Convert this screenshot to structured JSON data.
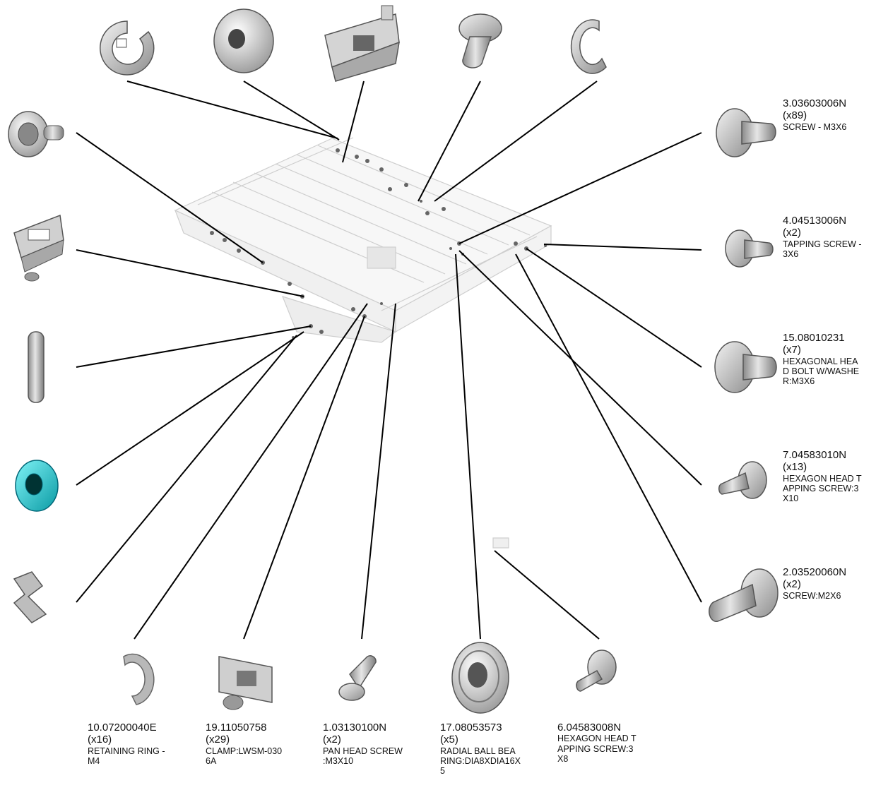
{
  "colors": {
    "line": "#000000",
    "part_gray": "#bcbcbc",
    "bearing_cyan": "#14c9d1",
    "assembly": "#d8d8d8"
  },
  "parts": [
    {
      "id": "c3",
      "icon": "screw-icon",
      "number": "3.03603006N",
      "qty": "(x89)",
      "desc": "SCREW - M3X6"
    },
    {
      "id": "c4",
      "icon": "tapping-screw-icon",
      "number": "4.04513006N",
      "qty": "(x2)",
      "desc": "TAPPING SCREW -\n 3X6"
    },
    {
      "id": "c15",
      "icon": "hex-bolt-icon",
      "number": "15.08010231",
      "qty": "(x7)",
      "desc": "HEXAGONAL HEA\nD BOLT W/WASHE\nR:M3X6"
    },
    {
      "id": "c7",
      "icon": "hex-tapping-screw-icon",
      "number": "7.04583010N",
      "qty": "(x13)",
      "desc": "HEXAGON HEAD T\nAPPING SCREW:3\nX10"
    },
    {
      "id": "c2",
      "icon": "long-screw-icon",
      "number": "2.03520060N",
      "qty": "(x2)",
      "desc": "SCREW:M2X6"
    },
    {
      "id": "c10",
      "icon": "retaining-ring-icon",
      "number": "10.07200040E",
      "qty": "(x16)",
      "desc": "RETAINING RING -\nM4"
    },
    {
      "id": "c19",
      "icon": "clamp-icon",
      "number": "19.11050758",
      "qty": "(x29)",
      "desc": "CLAMP:LWSM-030\n6A"
    },
    {
      "id": "c1",
      "icon": "pan-head-screw-icon",
      "number": "1.03130100N",
      "qty": "(x2)",
      "desc": "PAN HEAD SCREW\n:M3X10"
    },
    {
      "id": "c17",
      "icon": "ball-bearing-icon",
      "number": "17.08053573",
      "qty": "(x5)",
      "desc": "RADIAL BALL BEA\nRING:DIA8XDIA16X\n5"
    },
    {
      "id": "c6",
      "icon": "hex-screw-icon",
      "number": "6.04583008N",
      "qty": "",
      "desc": "HEXAGON HEAD T\nAPPING SCREW:3\nX8"
    }
  ]
}
